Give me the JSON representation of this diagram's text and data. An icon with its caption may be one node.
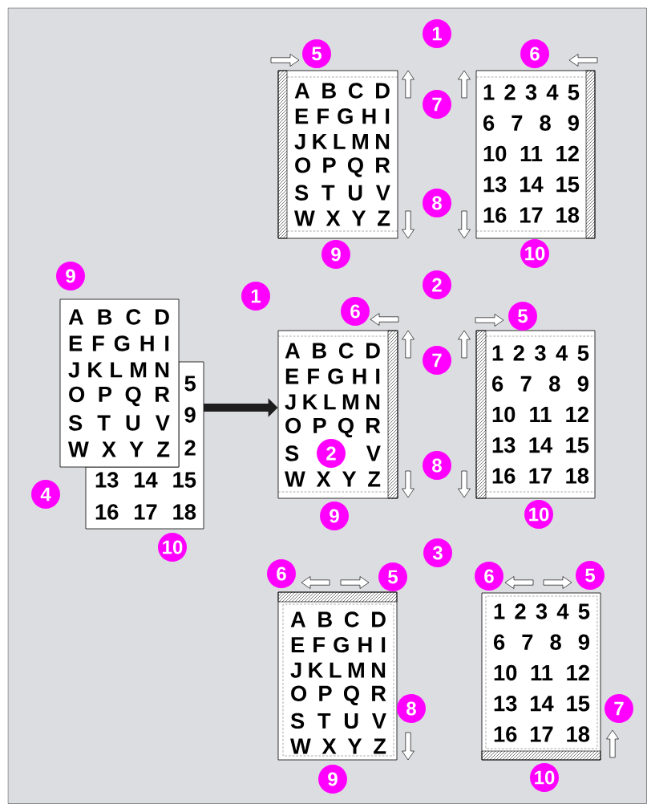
{
  "diagram": {
    "nodes": [
      {
        "text": [
          "A B C D",
          "E F G H I",
          "J K L M N",
          "O P Q R",
          "S T U V",
          "W X Y Z"
        ]
      },
      {
        "text": [
          "5",
          "9",
          "2",
          "13 14 15",
          "16 17 18"
        ]
      },
      {
        "text": [
          "A B C D",
          "E F G H I",
          "J K L M N",
          "O P Q R",
          "S T U V",
          "W X Y Z"
        ]
      },
      {
        "text": [
          "1 2 3 4 5",
          "6 7 8 9",
          "10 11 12",
          "13 14 15",
          "16 17 18"
        ]
      },
      {
        "text": [
          "A B C D",
          "E F G H I",
          "J K L M N",
          "O P Q R",
          "S V",
          "W X Y Z"
        ]
      },
      {
        "text": [
          "1 2 3 4 5",
          "6 7 8 9",
          "10 11 12",
          "13 14 15",
          "16 17 18"
        ]
      },
      {
        "text": [
          "A B C D",
          "E F G H I",
          "J K L M N",
          "O P Q R",
          "S T U V",
          "W X Y Z"
        ]
      },
      {
        "text": [
          "1 2 3 4 5",
          "6 7 8 9",
          "10 11 12",
          "13 14 15",
          "16 17 18"
        ]
      }
    ],
    "edges": [
      {
        "from": 1,
        "to": 4,
        "arrow": "to"
      }
    ],
    "labels": [
      "1",
      "5",
      "6",
      "7",
      "8",
      "9",
      "10",
      "9",
      "2",
      "1",
      "6",
      "5",
      "7",
      "2",
      "8",
      "4",
      "9",
      "10",
      "10",
      "3",
      "6",
      "5",
      "6",
      "5",
      "8",
      "7",
      "9",
      "10"
    ]
  }
}
